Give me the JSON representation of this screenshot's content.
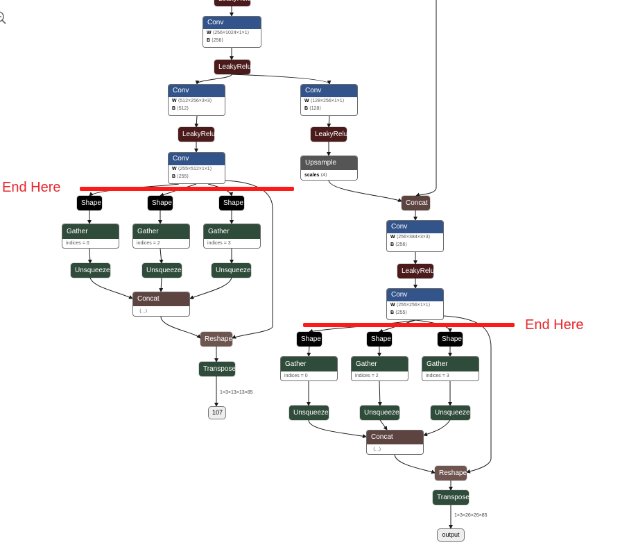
{
  "colors": {
    "conv": "#33548a",
    "activation": "#4b1a1a",
    "layer_green": "#2f4b3a",
    "shape": "#000000",
    "concat": "#5d4440",
    "reshape": "#6f5550",
    "upsample": "#555555",
    "annotation_red": "#e8262b"
  },
  "icons": {
    "zoom": "zoom-out-icon"
  },
  "annotations": [
    {
      "label": "End Here"
    },
    {
      "label": "End Here"
    }
  ],
  "nodes": {
    "top_leaky": {
      "label": "LeakyRelu"
    },
    "conv_a": {
      "label": "Conv",
      "attrs": [
        {
          "k": "W",
          "v": "⟨256×1024×1×1⟩"
        },
        {
          "k": "B",
          "v": "⟨256⟩"
        }
      ]
    },
    "leaky_a": {
      "label": "LeakyRelu"
    },
    "conv_b": {
      "label": "Conv",
      "attrs": [
        {
          "k": "W",
          "v": "⟨512×256×3×3⟩"
        },
        {
          "k": "B",
          "v": "⟨512⟩"
        }
      ]
    },
    "leaky_b": {
      "label": "LeakyRelu"
    },
    "conv_c": {
      "label": "Conv",
      "attrs": [
        {
          "k": "W",
          "v": "⟨255×512×1×1⟩"
        },
        {
          "k": "B",
          "v": "⟨255⟩"
        }
      ]
    },
    "conv_d": {
      "label": "Conv",
      "attrs": [
        {
          "k": "W",
          "v": "⟨128×256×1×1⟩"
        },
        {
          "k": "B",
          "v": "⟨128⟩"
        }
      ]
    },
    "leaky_d": {
      "label": "LeakyRelu"
    },
    "upsample": {
      "label": "Upsample",
      "attrs": [
        {
          "k": "scales",
          "v": "⟨4⟩"
        }
      ]
    },
    "concat_r": {
      "label": "Concat"
    },
    "conv_e": {
      "label": "Conv",
      "attrs": [
        {
          "k": "W",
          "v": "⟨256×384×3×3⟩"
        },
        {
          "k": "B",
          "v": "⟨256⟩"
        }
      ]
    },
    "leaky_e": {
      "label": "LeakyRelu"
    },
    "conv_f": {
      "label": "Conv",
      "attrs": [
        {
          "k": "W",
          "v": "⟨255×256×1×1⟩"
        },
        {
          "k": "B",
          "v": "⟨255⟩"
        }
      ]
    },
    "shape_l1": {
      "label": "Shape"
    },
    "shape_l2": {
      "label": "Shape"
    },
    "shape_l3": {
      "label": "Shape"
    },
    "gather_l1": {
      "label": "Gather",
      "attrs": [
        {
          "k": "",
          "v": "indices = 0"
        }
      ]
    },
    "gather_l2": {
      "label": "Gather",
      "attrs": [
        {
          "k": "",
          "v": "indices = 2"
        }
      ]
    },
    "gather_l3": {
      "label": "Gather",
      "attrs": [
        {
          "k": "",
          "v": "indices = 3"
        }
      ]
    },
    "unsq_l1": {
      "label": "Unsqueeze"
    },
    "unsq_l2": {
      "label": "Unsqueeze"
    },
    "unsq_l3": {
      "label": "Unsqueeze"
    },
    "concat_l": {
      "label": "Concat",
      "attrs": [
        {
          "k": "",
          "v": "⟨...⟩"
        }
      ]
    },
    "reshape_l": {
      "label": "Reshape"
    },
    "transpose_l": {
      "label": "Transpose"
    },
    "out_l": {
      "label": "107"
    },
    "shape_r1": {
      "label": "Shape"
    },
    "shape_r2": {
      "label": "Shape"
    },
    "shape_r3": {
      "label": "Shape"
    },
    "gather_r1": {
      "label": "Gather",
      "attrs": [
        {
          "k": "",
          "v": "indices = 0"
        }
      ]
    },
    "gather_r2": {
      "label": "Gather",
      "attrs": [
        {
          "k": "",
          "v": "indices = 2"
        }
      ]
    },
    "gather_r3": {
      "label": "Gather",
      "attrs": [
        {
          "k": "",
          "v": "indices = 3"
        }
      ]
    },
    "unsq_r1": {
      "label": "Unsqueeze"
    },
    "unsq_r2": {
      "label": "Unsqueeze"
    },
    "unsq_r3": {
      "label": "Unsqueeze"
    },
    "concat_r2": {
      "label": "Concat",
      "attrs": [
        {
          "k": "",
          "v": "⟨...⟩"
        }
      ]
    },
    "reshape_r": {
      "label": "Reshape"
    },
    "transpose_r": {
      "label": "Transpose"
    },
    "out_r": {
      "label": "output"
    }
  },
  "edge_labels": {
    "left_out": "1×3×13×13×85",
    "right_out": "1×3×26×26×85"
  }
}
